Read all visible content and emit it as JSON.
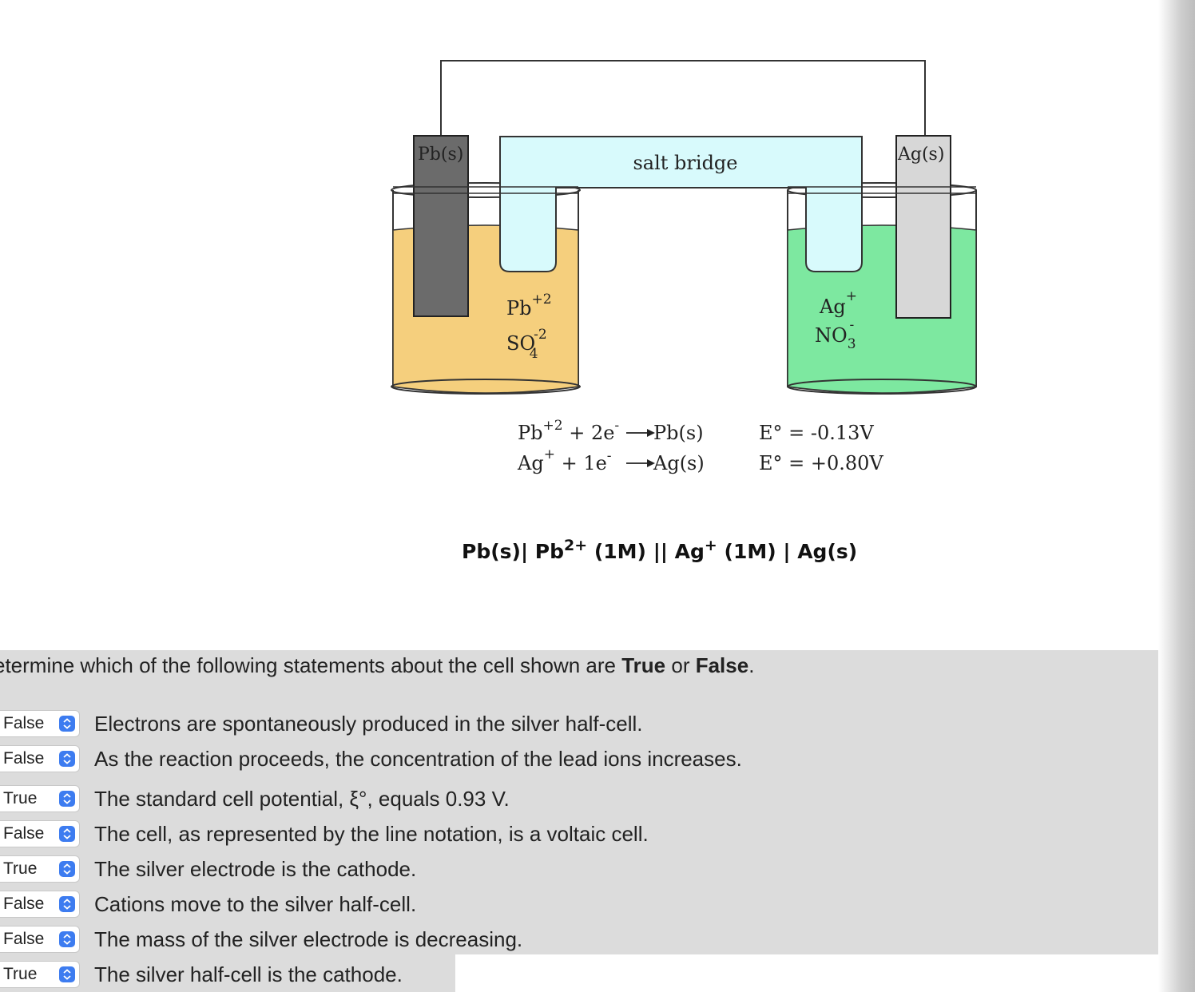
{
  "diagram": {
    "left_electrode": "Pb(s)",
    "right_electrode": "Ag(s)",
    "salt_bridge": "salt bridge",
    "left_ions": {
      "ion1": "Pb",
      "ion1_charge": "+2",
      "ion2": "SO",
      "ion2_sub": "4",
      "ion2_charge": "-2"
    },
    "right_ions": {
      "ion1": "Ag",
      "ion1_charge": "+",
      "ion2": "NO",
      "ion2_sub": "3",
      "ion2_charge": "-"
    },
    "reaction1": {
      "lhs": "Pb",
      "charge": "+2",
      "rest": " + 2e",
      "e_charge": "-",
      "product": "Pb(s)",
      "potential": "E° = -0.13V"
    },
    "reaction2": {
      "lhs": "Ag",
      "charge": "+",
      "rest": " + 1e",
      "e_charge": "-",
      "product": "Ag(s)",
      "potential": "E° = +0.80V"
    },
    "colors": {
      "left_solution": "#f5cf7d",
      "right_solution": "#7de8a0",
      "bridge": "#d8fafc",
      "pb_electrode": "#6b6b6b",
      "ag_electrode": "#d7d7d7"
    }
  },
  "line_notation": {
    "part1": "Pb(s)| Pb",
    "sup1": "2+",
    "part2": " (1M) || Ag",
    "sup2": "+",
    "part3": " (1M) | Ag(s)"
  },
  "prompt": {
    "text1": "etermine which of the following statements about the cell shown are ",
    "bold1": "True",
    "text2": " or ",
    "bold2": "False",
    "text3": "."
  },
  "statements": [
    {
      "value": "False",
      "text": "Electrons are spontaneously produced in the silver half-cell."
    },
    {
      "value": "False",
      "text": "As the reaction proceeds, the concentration of the lead ions increases."
    },
    {
      "value": "True",
      "text": "The standard cell potential, ξ°, equals 0.93 V."
    },
    {
      "value": "False",
      "text": "The cell, as represented by the line notation, is a voltaic cell."
    },
    {
      "value": "True",
      "text": "The silver electrode is the cathode."
    },
    {
      "value": "False",
      "text": "Cations move to the silver half-cell."
    },
    {
      "value": "False",
      "text": "The mass of the silver electrode is decreasing."
    },
    {
      "value": "True",
      "text": "The silver half-cell is the cathode."
    }
  ]
}
